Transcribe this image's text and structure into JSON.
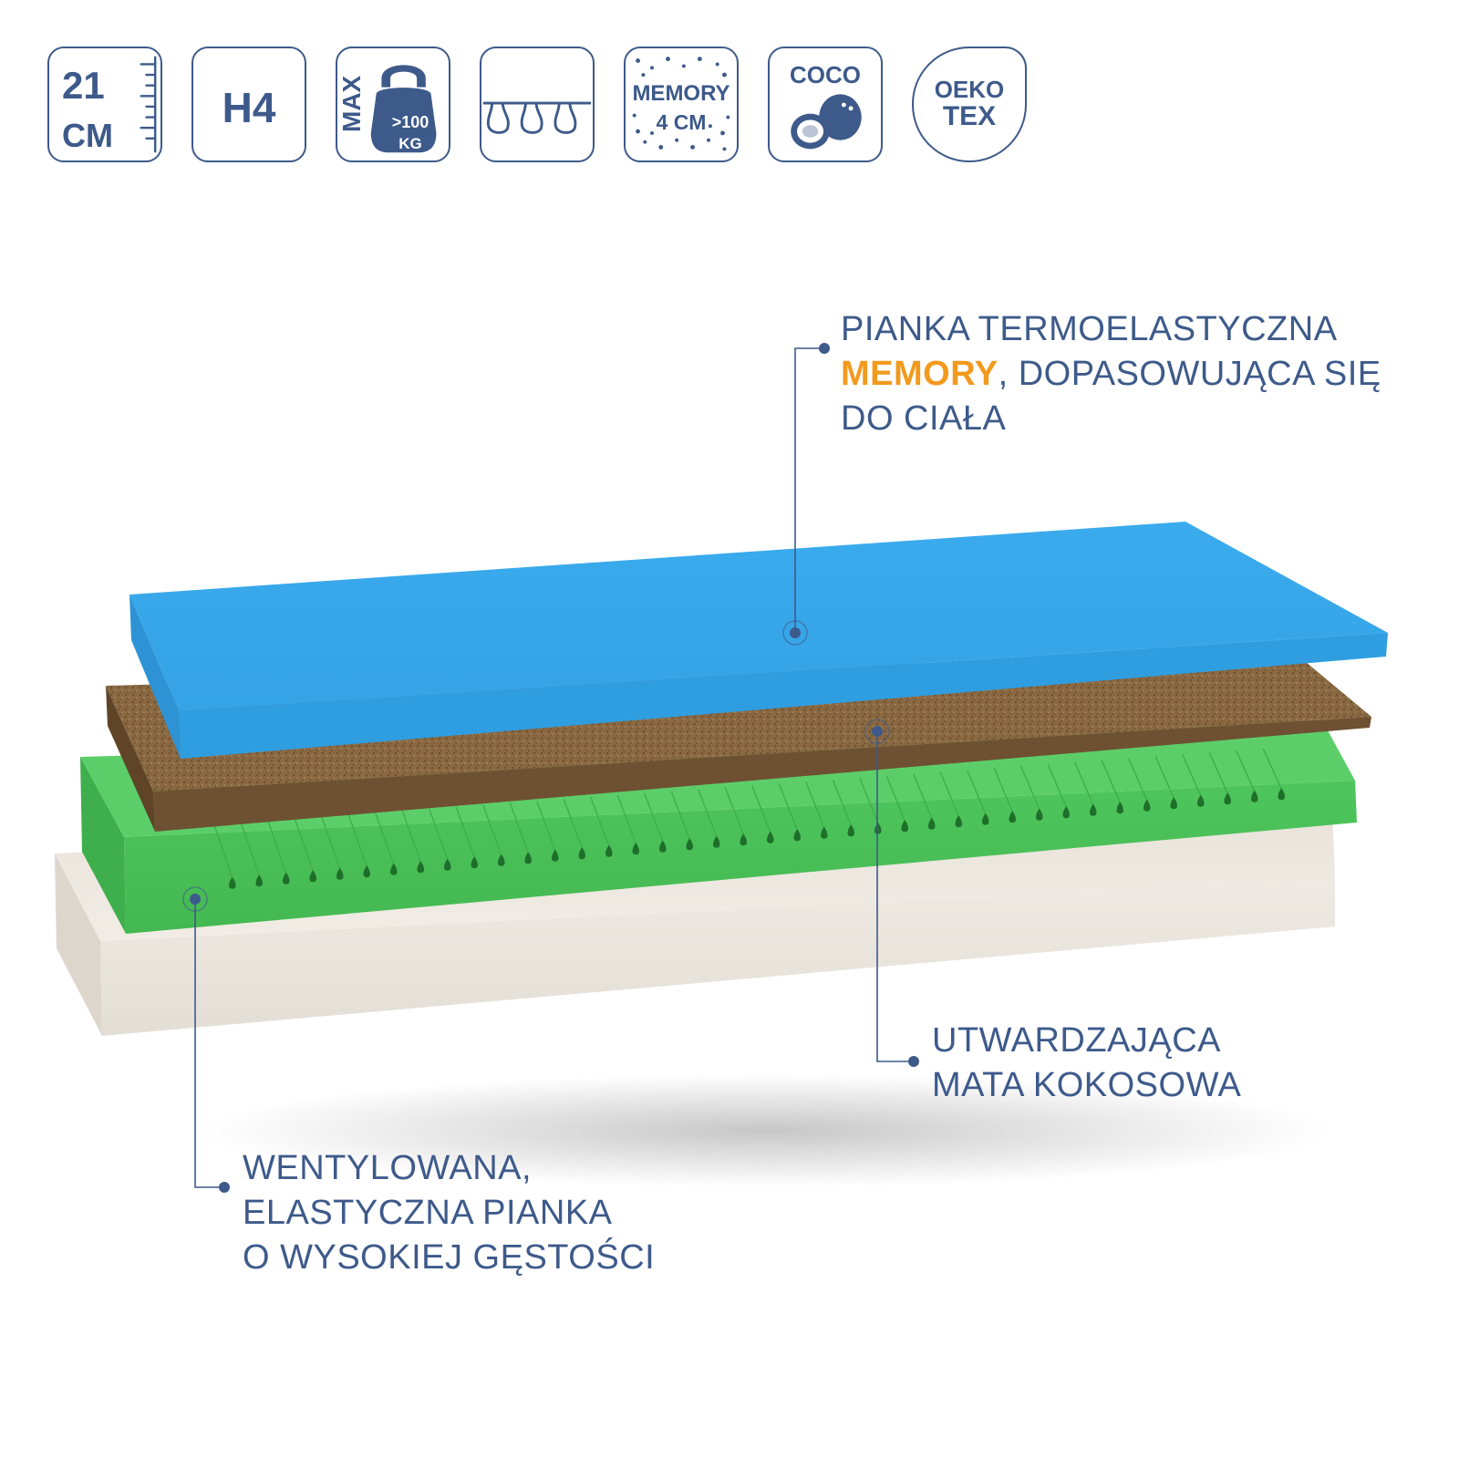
{
  "badges": {
    "height": {
      "value": "21",
      "unit": "CM",
      "icon": "ruler-scale-icon"
    },
    "firmness": {
      "value": "H4"
    },
    "max_load": {
      "side_text": "MAX",
      "value": ">100",
      "unit": "KG",
      "icon": "kettlebell-icon"
    },
    "springs": {
      "icon": "pocket-springs-icon"
    },
    "memory": {
      "title": "MEMORY",
      "value": "4 CM",
      "icon": "foam-dots-icon"
    },
    "coco": {
      "title": "COCO",
      "icon": "coconut-icon"
    },
    "oeko": {
      "line1": "OEKO",
      "line2": "TEX"
    }
  },
  "callouts": {
    "memory_foam": {
      "line1": "PIANKA TERMOELASTYCZNA",
      "line2_highlight": "MEMORY",
      "line2_rest": ", DOPASOWUJĄCA SIĘ",
      "line3": "DO CIAŁA"
    },
    "coconut_mat": {
      "line1": "UTWARDZAJĄCA",
      "line2": "MATA KOKOSOWA"
    },
    "ventilated_foam": {
      "line1": "WENTYLOWANA,",
      "line2": "ELASTYCZNA PIANKA",
      "line3": "O WYSOKIEJ GĘSTOŚCI"
    }
  },
  "colors": {
    "brand": "#3d5a8a",
    "highlight": "#f29a1e",
    "memory_layer": "#3aaaec",
    "coco_layer": "#8b6a45",
    "green_layer": "#4cc25a",
    "base_layer": "#ece7df"
  }
}
